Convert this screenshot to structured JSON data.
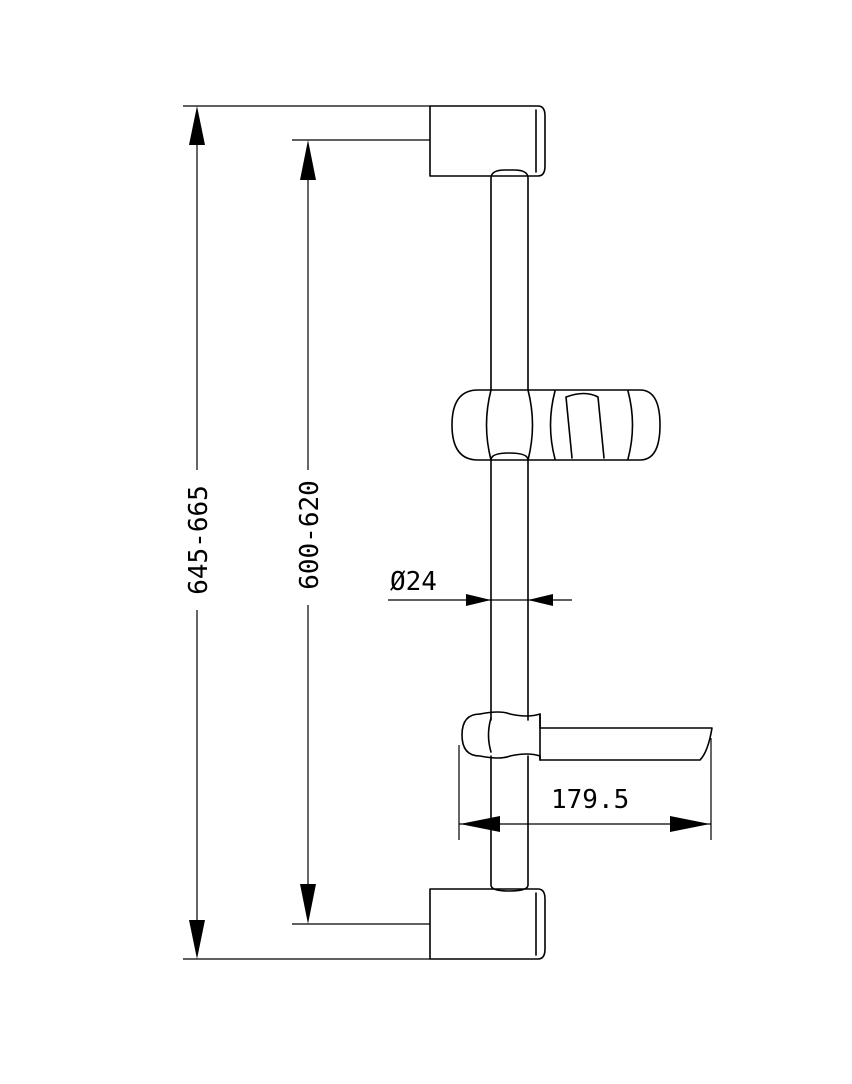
{
  "dimensions": {
    "overall_height": "645-665",
    "center_distance": "600-620",
    "bar_diameter": "Ø24",
    "soap_dish_width": "179.5"
  },
  "colors": {
    "line": "#000000",
    "background": "#ffffff"
  }
}
